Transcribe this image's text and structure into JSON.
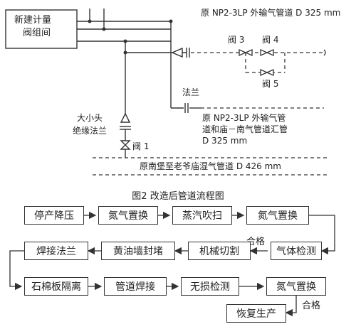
{
  "figure": {
    "caption": "图2 改造后管道流程图"
  },
  "schematic": {
    "group_box_line1": "新建计量",
    "group_box_line2": "阀组间",
    "pipe_top_label": "原 NP2-3LP 外输气管道 D 325 mm",
    "valve3": "阀 3",
    "valve4": "阀 4",
    "valve5": "阀 5",
    "flange_label": "法兰",
    "pipe_mid_line1": "原 NP2-3LP 外输气管",
    "pipe_mid_line2": "道和庙－南气管道汇管",
    "pipe_mid_line3": "D 325 mm",
    "reducer_line1": "大小头",
    "reducer_line2": "绝缘法兰",
    "valve1": "阀 1",
    "pipe_bottom_label": "原南堡至老爷庙湿气管道 D 426 mm"
  },
  "flowchart": {
    "steps": [
      "停产降压",
      "氮气置换",
      "蒸汽吹扫",
      "氮气置换",
      "气体检测",
      "机械切割",
      "黄油墙封堵",
      "焊接法兰",
      "石棉板隔离",
      "管道焊接",
      "无损检测",
      "氮气置换",
      "恢复生产"
    ],
    "qualified_label_1": "合格",
    "qualified_label_2": "合格"
  }
}
